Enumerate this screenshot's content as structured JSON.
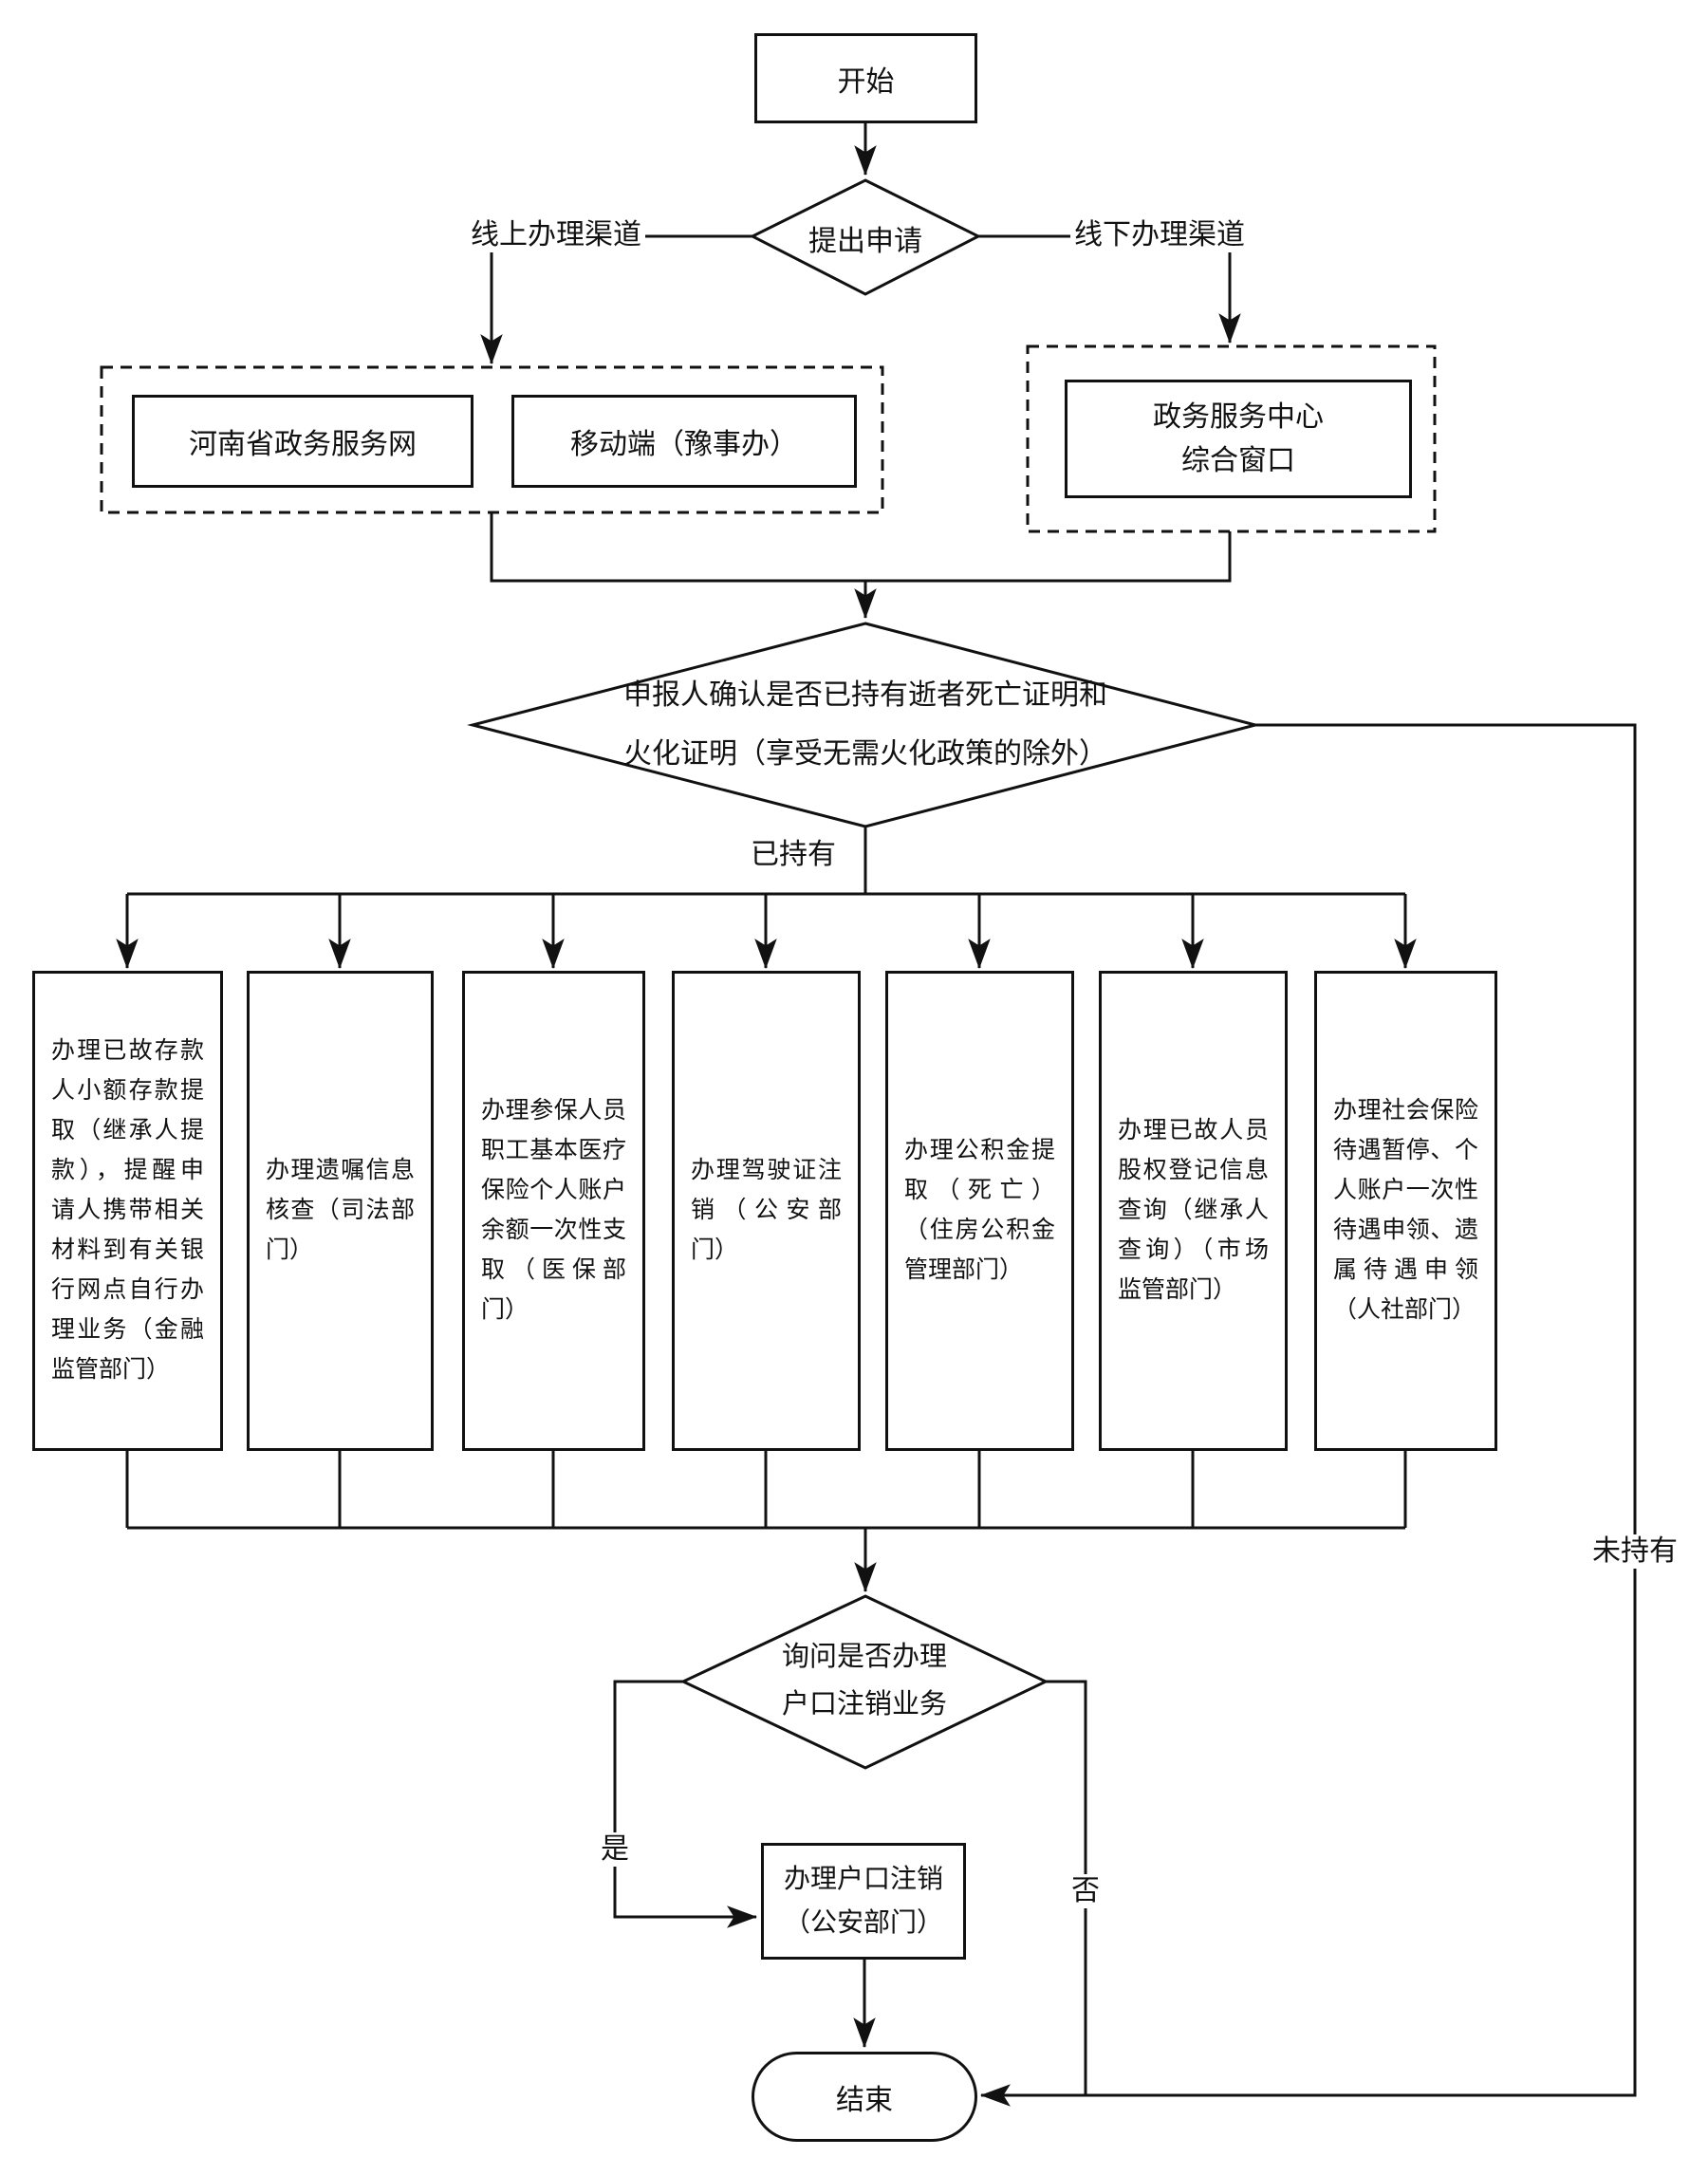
{
  "colors": {
    "line": "#111111",
    "background": "#ffffff"
  },
  "flow": {
    "start": "开始",
    "apply": "提出申请",
    "online_channel": "线上办理渠道",
    "offline_channel": "线下办理渠道",
    "online_portal": "河南省政务服务网",
    "mobile_app": "移动端（豫事办）",
    "service_center": "政务服务中心\n综合窗口",
    "certificate_check": "申报人确认是否已持有逝者死亡证明和\n火化证明（享受无需火化政策的除外）",
    "has_certificates": "已持有",
    "no_certificates": "未持有",
    "services": [
      "办理已故存款人小额存款提取（继承人提款），提醒申请人携带相关材料到有关银行网点自行办理业务（金融监管部门）",
      "办理遗嘱信息核查（司法部门）",
      "办理参保人员职工基本医疗保险个人账户余额一次性支取（医保部门）",
      "办理驾驶证注销（公安部门）",
      "办理公积金提取（死亡）（住房公积金管理部门）",
      "办理已故人员股权登记信息查询（继承人查询）（市场监管部门）",
      "办理社会保险待遇暂停、个人账户一次性待遇申领、遗属待遇申领（人社部门）"
    ],
    "ask_hukou": "询问是否办理\n户口注销业务",
    "yes": "是",
    "no": "否",
    "hukou_cancel": "办理户口注销\n（公安部门）",
    "end": "结束"
  }
}
